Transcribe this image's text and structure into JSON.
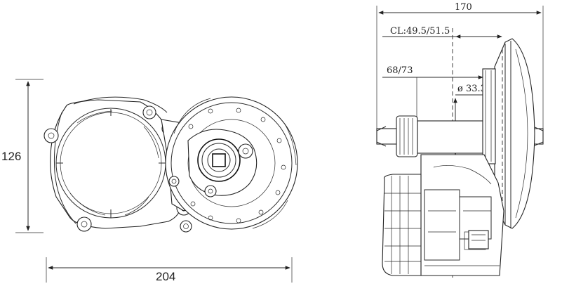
{
  "dimensions": {
    "height_left": "126",
    "width_bottom": "204",
    "width_top": "170",
    "chainline": "CL:49.5/51.5",
    "q_factor": "68/73",
    "spindle_diameter": "ø 33.3"
  },
  "colors": {
    "line": "#2a2a2a",
    "background": "#ffffff"
  }
}
